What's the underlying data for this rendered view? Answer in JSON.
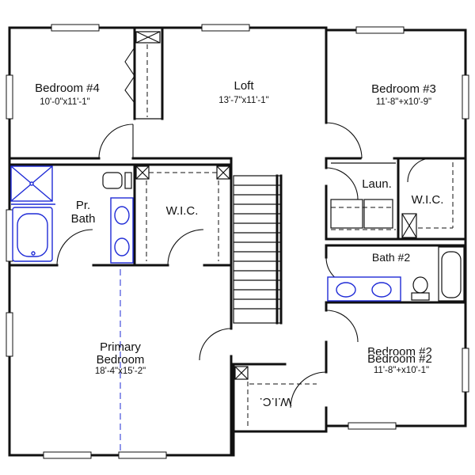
{
  "rooms": {
    "bedroom4": {
      "name": "Bedroom #4",
      "dims": "10'-0\"x11'-1\""
    },
    "loft": {
      "name": "Loft",
      "dims": "13'-7\"x11'-1\""
    },
    "bedroom3": {
      "name": "Bedroom #3",
      "dims": "11'-8\"+x10'-9\""
    },
    "pr_bath": {
      "line1": "Pr.",
      "line2": "Bath"
    },
    "wic_primary": {
      "name": "W.I.C."
    },
    "laundry": {
      "name": "Laun."
    },
    "wic_bed3": {
      "name": "W.I.C."
    },
    "bath2": {
      "name": "Bath #2"
    },
    "primary": {
      "line1": "Primary",
      "line2": "Bedroom",
      "dims": "18'-4\"x15'-2\""
    },
    "bedroom2": {
      "name": "Bedroom #2",
      "name_overlap": "Bedroom #2",
      "dims": "11'-8\"+x10'-1\""
    },
    "wic_bed2": {
      "name": "W.I.C."
    }
  },
  "colors": {
    "walls": "#111111",
    "plumbing": "#1f2bd6",
    "background": "#ffffff"
  }
}
